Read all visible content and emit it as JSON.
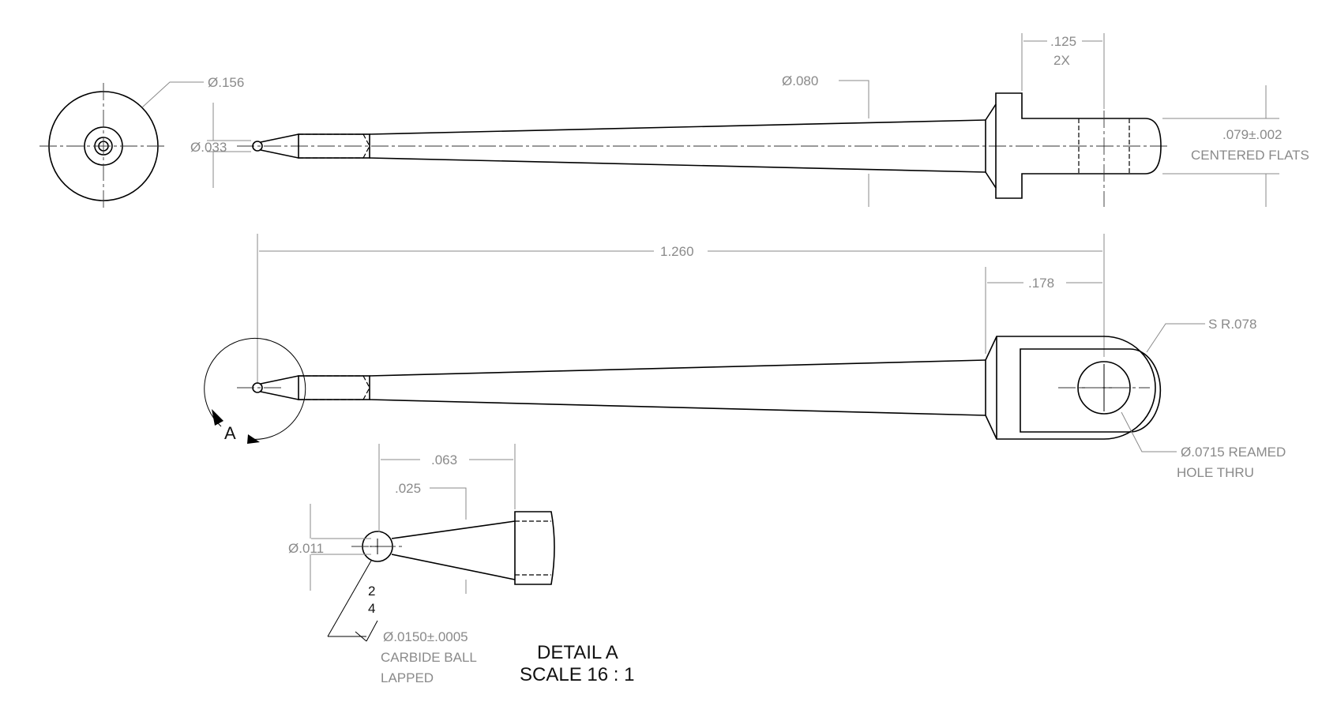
{
  "end_view": {
    "diameter": "Ø.156"
  },
  "top_view": {
    "tip_diameter": "Ø.033",
    "shank_diameter": "Ø.080",
    "flat_spacing": ".125",
    "flat_count": "2X",
    "flat_thickness": ".079±.002",
    "flat_note": "CENTERED FLATS"
  },
  "front_view": {
    "overall_length": "1.260",
    "head_length": ".178",
    "spherical_radius": "S R.078",
    "hole_diameter": "Ø.0715 REAMED",
    "hole_note": "HOLE THRU",
    "detail_callout": "A"
  },
  "detail_view": {
    "length_063": ".063",
    "length_025": ".025",
    "ball_dia": "Ø.011",
    "finish_top": "2",
    "finish_bottom": "4",
    "ball_spec": "Ø.0150±.0005",
    "ball_material": "CARBIDE BALL",
    "ball_finish": "LAPPED",
    "title": "DETAIL A",
    "scale": "SCALE 16 : 1"
  }
}
